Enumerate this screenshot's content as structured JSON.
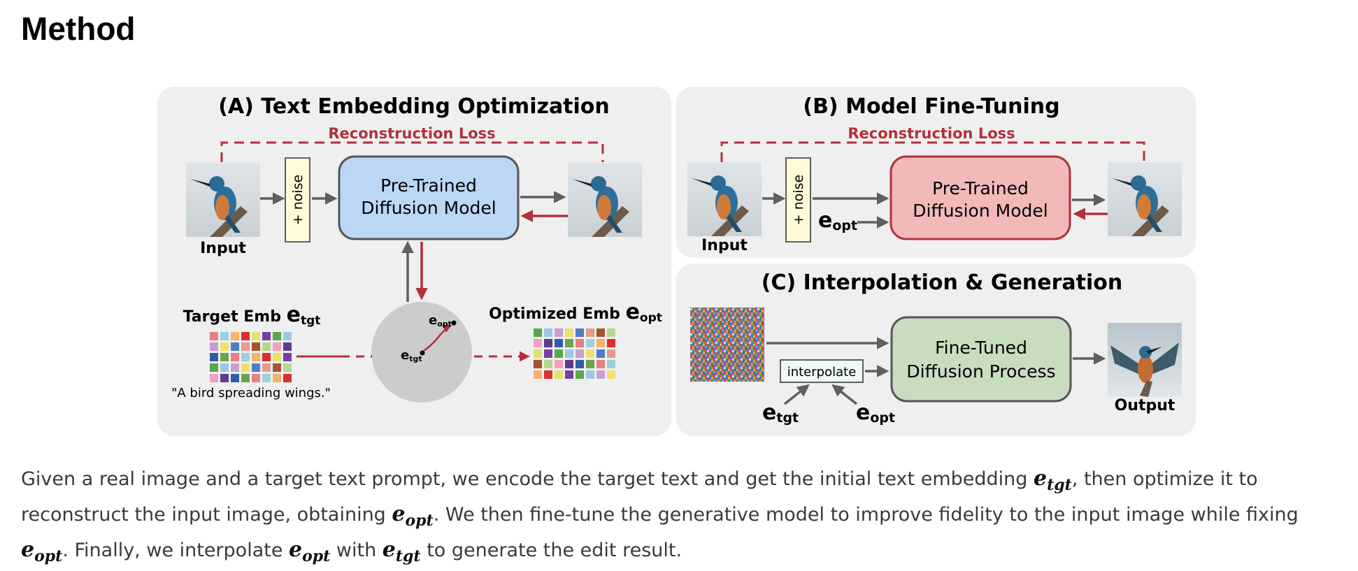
{
  "heading": "Method",
  "panels": {
    "a": {
      "title": "(A) Text Embedding Optimization",
      "loss": "Reconstruction Loss",
      "noise": "+ noise",
      "model": [
        "Pre-Trained",
        "Diffusion Model"
      ],
      "input": "Input",
      "target_emb": "Target Emb ",
      "target_sym": "e",
      "target_sub": "tgt",
      "optimized_emb": "Optimized Emb ",
      "optimized_sym": "e",
      "optimized_sub": "opt",
      "prompt": "\"A bird spreading wings.\"",
      "circle_e_opt": "e",
      "circle_opt_sub": "opt",
      "circle_e_tgt": "e",
      "circle_tgt_sub": "tgt"
    },
    "b": {
      "title": "(B) Model Fine-Tuning",
      "loss": "Reconstruction Loss",
      "noise": "+ noise",
      "model": [
        "Pre-Trained",
        "Diffusion Model"
      ],
      "input": "Input",
      "e_sym": "e",
      "e_sub": "opt"
    },
    "c": {
      "title": "(C) Interpolation & Generation",
      "interpolate": "interpolate",
      "model": [
        "Fine-Tuned",
        "Diffusion Process"
      ],
      "output": "Output",
      "e_tgt_sym": "e",
      "e_tgt_sub": "tgt",
      "e_opt_sym": "e",
      "e_opt_sub": "opt"
    }
  },
  "colors": {
    "panel_bg": "#efefef",
    "loss_red": "#b0313a",
    "arrow_gray": "#5f5f5f",
    "pretrained_blue": "#bcd6f6",
    "pretrained_pink": "#f2b9b9",
    "finetuned_green": "#c8dcc0",
    "noise_yellow": "#fffbd9"
  },
  "caption": {
    "p1": "Given a real image and a target text prompt, we encode the target text and get the initial text embedding ",
    "p2": ", then optimize it to reconstruct the input image, obtaining ",
    "p3": ". We then fine-tune the generative model to improve fidelity to the input image while fixing ",
    "p4": ". Finally, we interpolate ",
    "p5": " with ",
    "p6": " to generate the edit result.",
    "e": "e",
    "tgt": "tgt",
    "opt": "opt"
  }
}
